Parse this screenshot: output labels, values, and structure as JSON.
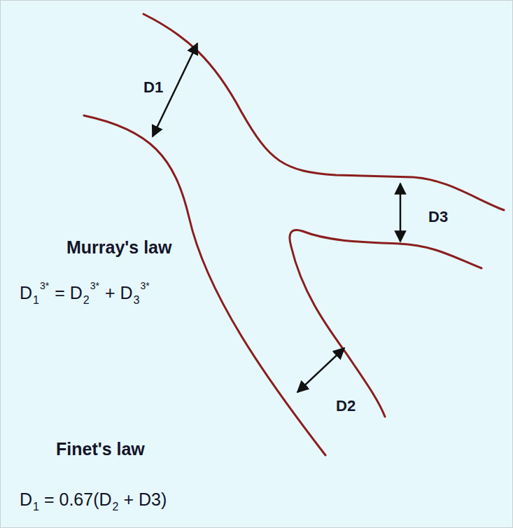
{
  "diagram": {
    "labels": [
      "D1",
      "D3",
      "D2",
      "Murray's law",
      "D",
      "1",
      "3*",
      "= D",
      "2",
      "3*",
      "+ D",
      "3",
      "3*",
      "Finet's law",
      "D",
      "1",
      "= 0.67(D",
      "2",
      "+ D3)"
    ]
  }
}
